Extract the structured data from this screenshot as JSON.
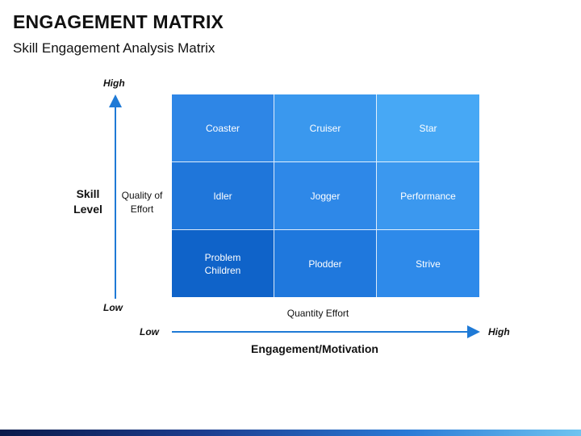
{
  "header": {
    "title": "ENGAGEMENT MATRIX",
    "subtitle": "Skill Engagement Analysis Matrix"
  },
  "y_axis": {
    "high": "High",
    "low": "Low",
    "title": "Skill\nLevel",
    "inner_label": "Quality of\nEffort"
  },
  "x_axis": {
    "low": "Low",
    "high": "High",
    "title": "Engagement/Motivation",
    "inner_label": "Quantity Effort"
  },
  "matrix": {
    "cells": [
      {
        "label": "Coaster",
        "color": "#2e86e6"
      },
      {
        "label": "Cruiser",
        "color": "#3a98ee"
      },
      {
        "label": "Star",
        "color": "#47a8f5"
      },
      {
        "label": "Idler",
        "color": "#1f76da"
      },
      {
        "label": "Jogger",
        "color": "#2e88e8"
      },
      {
        "label": "Performance",
        "color": "#3b98ef"
      },
      {
        "label": "Problem\nChildren",
        "color": "#0f63c9"
      },
      {
        "label": "Plodder",
        "color": "#1f78dd"
      },
      {
        "label": "Strive",
        "color": "#2e8aea"
      }
    ]
  },
  "colors": {
    "axis": "#1f7ad6",
    "footer": "#1c3d8f"
  }
}
